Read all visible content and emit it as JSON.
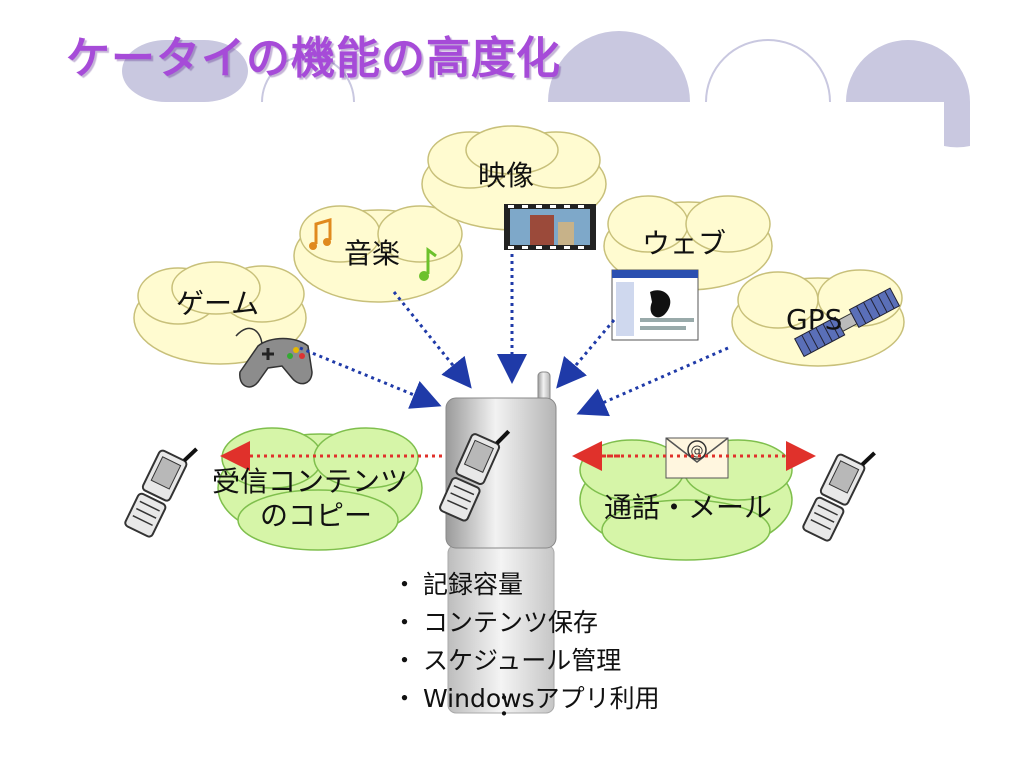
{
  "slide": {
    "title": "ケータイの機能の高度化"
  },
  "diagram": {
    "features": [
      {
        "id": "game",
        "label": "ゲーム",
        "icon": "gamepad-icon"
      },
      {
        "id": "music",
        "label": "音楽",
        "icon": "music-note-icon"
      },
      {
        "id": "video",
        "label": "映像",
        "icon": "film-strip-icon"
      },
      {
        "id": "web",
        "label": "ウェブ",
        "icon": "web-page-icon"
      },
      {
        "id": "gps",
        "label": "GPS",
        "icon": "satellite-icon"
      }
    ],
    "left_exchange": {
      "line1": "受信コンテンツ",
      "line2": "のコピー"
    },
    "right_exchange": {
      "label": "通話・メール",
      "icon": "email-envelope-icon"
    },
    "center_device": {
      "icon": "mobile-phone-icon"
    },
    "capabilities": [
      "記録容量",
      "コンテンツ保存",
      "スケジュール管理",
      "Windowsアプリ利用"
    ],
    "continuation": "・\n・"
  },
  "colors": {
    "title": "#a64bd8",
    "cloud_feature": "#fffbd0",
    "cloud_exchange": "#d6f5a8",
    "arrow_blue": "#1f3aa8",
    "arrow_red": "#e0312b",
    "deco_circle": "#c9c8e0"
  }
}
